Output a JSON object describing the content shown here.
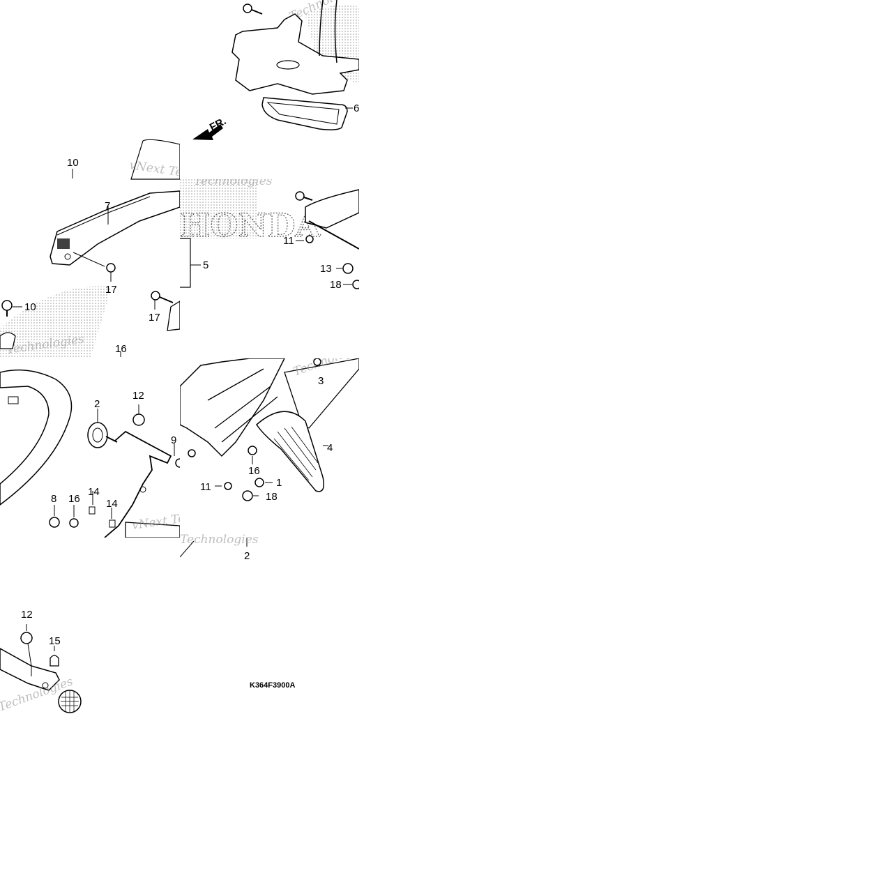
{
  "diagram": {
    "part_code": "K364F3900A",
    "front_label": "FR.",
    "brand_mark": "HONDA",
    "watermark_lines": [
      "vNext Tec",
      "Technologies"
    ],
    "callouts": {
      "t1": [
        "6"
      ],
      "t2": [
        "10",
        "7",
        "17",
        "17",
        "10",
        "16"
      ],
      "t3": [
        "11",
        "13",
        "18",
        "5"
      ],
      "t4": [
        "2",
        "12",
        "9",
        "1",
        "8",
        "16",
        "14",
        "14"
      ],
      "t5": [
        "3",
        "4",
        "16",
        "11",
        "1",
        "18",
        "2"
      ],
      "t6": [
        "12",
        "15"
      ]
    }
  }
}
